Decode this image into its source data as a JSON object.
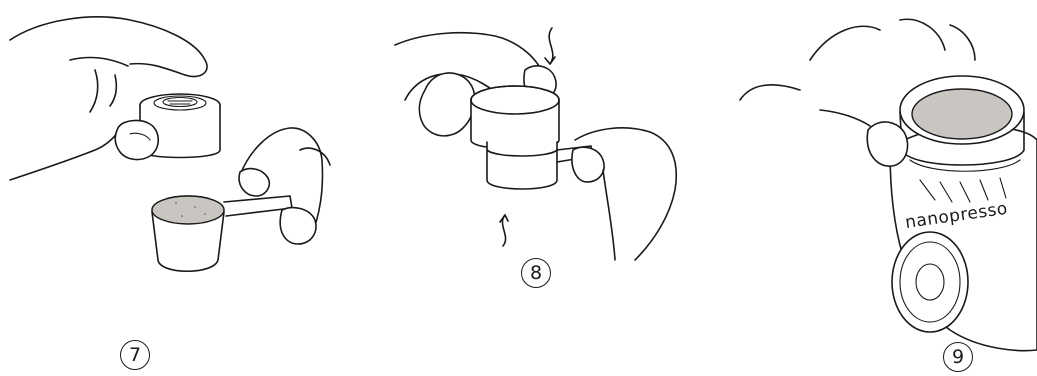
{
  "steps": [
    {
      "number": "7"
    },
    {
      "number": "8"
    },
    {
      "number": "9"
    }
  ],
  "device": {
    "brand_text": "nanopresso"
  },
  "icons": [
    "hand-holding-tank",
    "measuring-scoop",
    "rotate-arrow",
    "espresso-machine"
  ]
}
